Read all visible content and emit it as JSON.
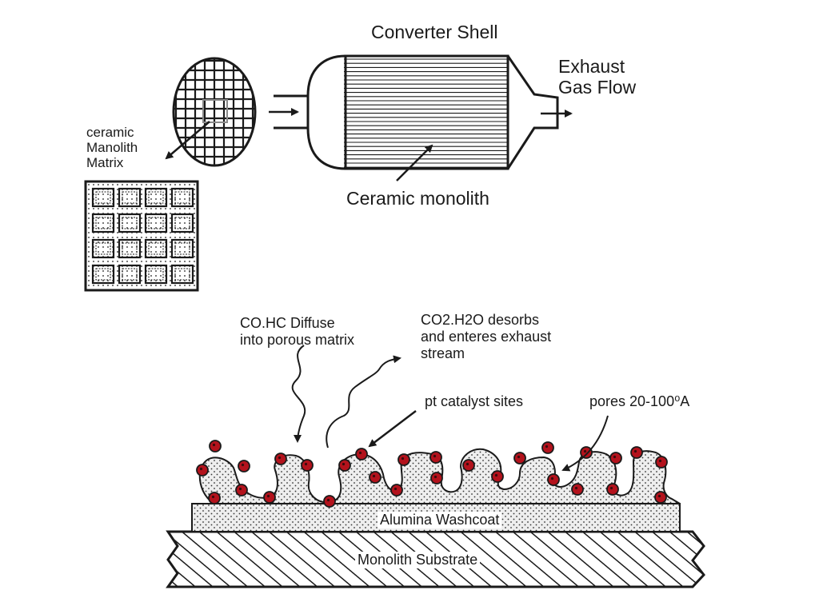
{
  "labels": {
    "converter_shell": "Converter Shell",
    "exhaust_gas_flow": [
      "Exhaust",
      "Gas Flow"
    ],
    "ceramic_manolith_matrix": [
      "ceramic",
      "Manolith",
      "Matrix"
    ],
    "ceramic_monolith": "Ceramic monolith",
    "co_hc_diffuse": [
      "CO.HC Diffuse",
      "into porous  matrix"
    ],
    "co2_h2o_desorbs": [
      "CO2.H2O desorbs",
      "and enteres exhaust",
      "stream"
    ],
    "pt_catalyst_sites": "pt  catalyst sites",
    "pores": "pores 20-100⁰A",
    "alumina_washcoat": "Alumina Washcoat",
    "monolith_substrate": "Monolith Substrate"
  },
  "colors": {
    "ink": "#1a1a1a",
    "catalyst_site": "#b3121c",
    "washcoat_fill": "#eeeeee",
    "background": "#ffffff"
  }
}
